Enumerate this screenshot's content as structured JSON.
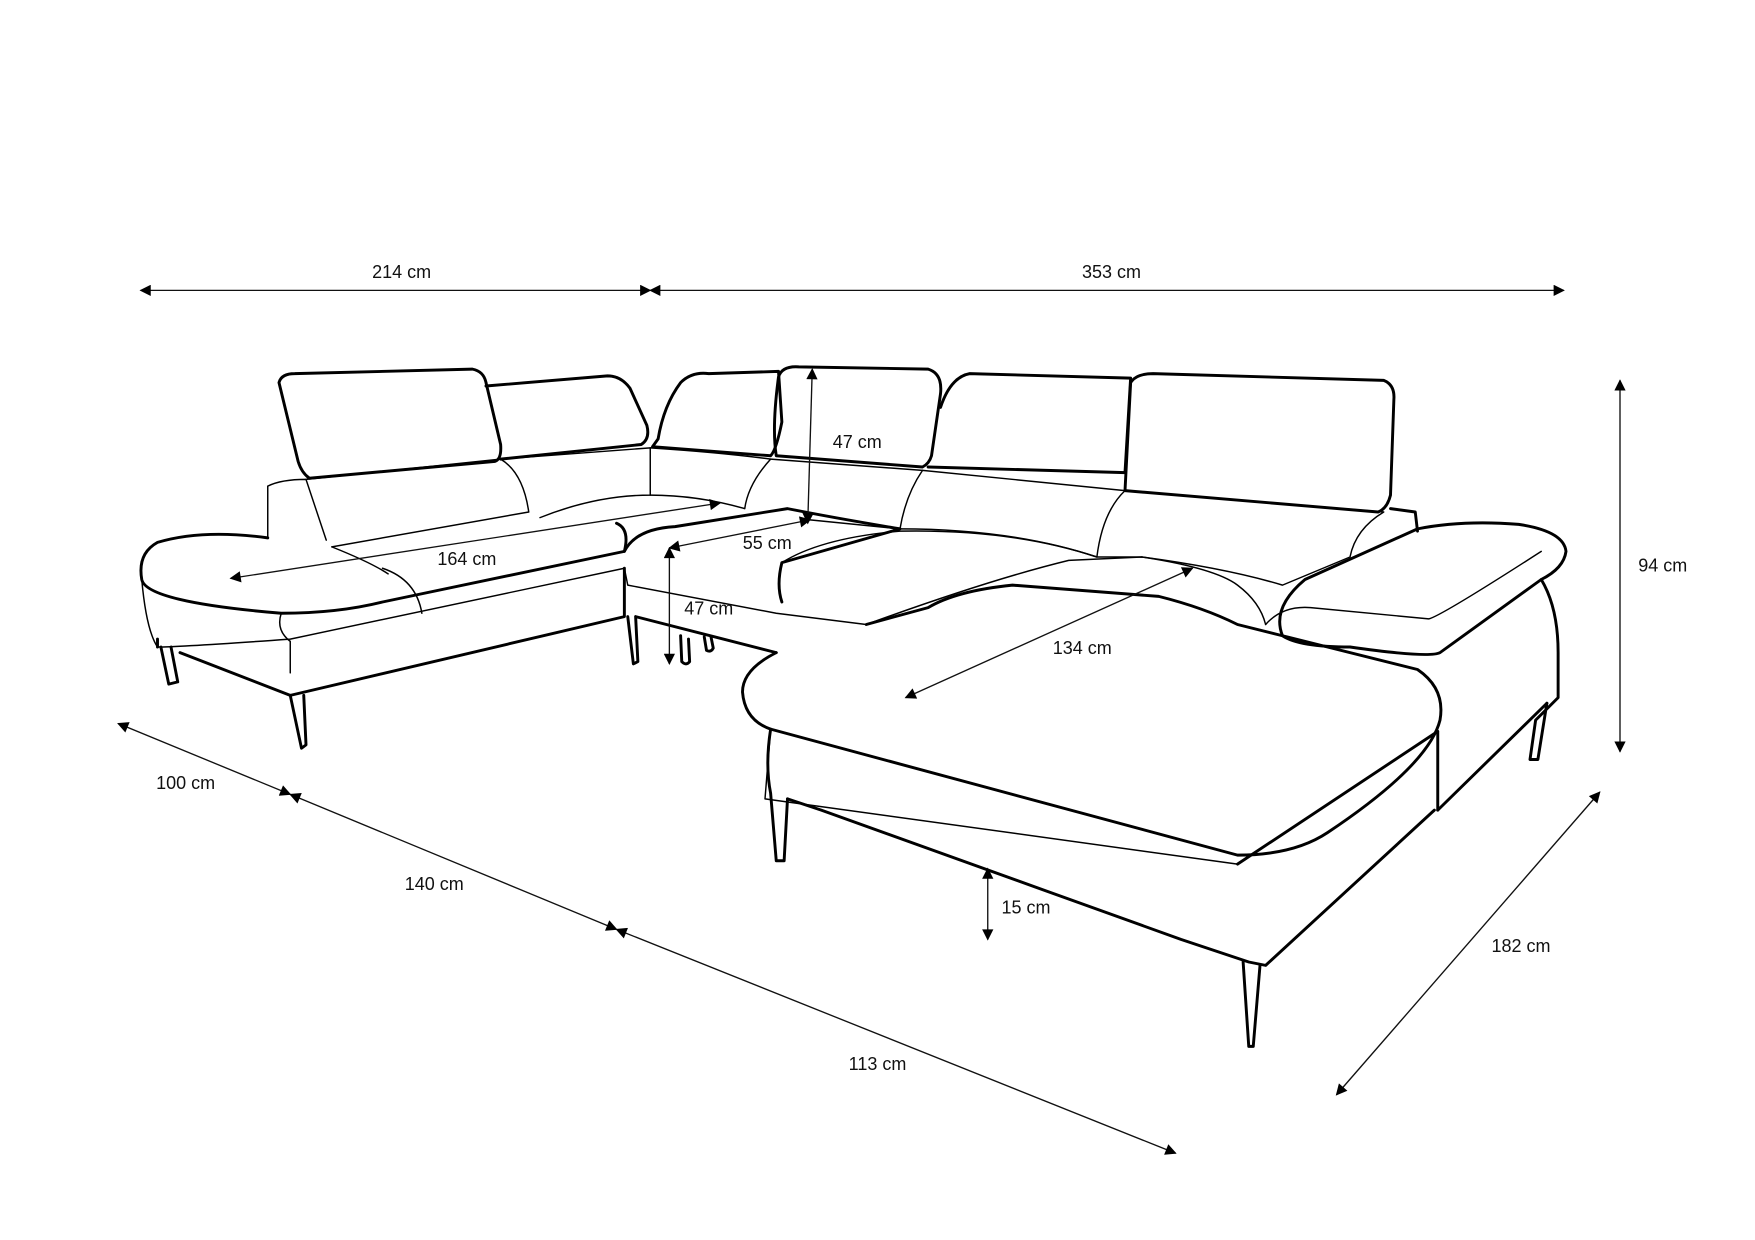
{
  "dimensions": {
    "left_width": "214 cm",
    "right_width": "353 cm",
    "total_height": "94 cm",
    "backrest_height": "47 cm",
    "seat_depth": "55 cm",
    "left_chaise_length": "164 cm",
    "seat_height": "47 cm",
    "right_chaise_depth": "134 cm",
    "left_depth": "100 cm",
    "middle_depth_1": "140 cm",
    "middle_depth_2": "113 cm",
    "leg_height": "15 cm",
    "right_depth": "182 cm"
  },
  "colors": {
    "line": "#000000",
    "background": "#ffffff"
  }
}
